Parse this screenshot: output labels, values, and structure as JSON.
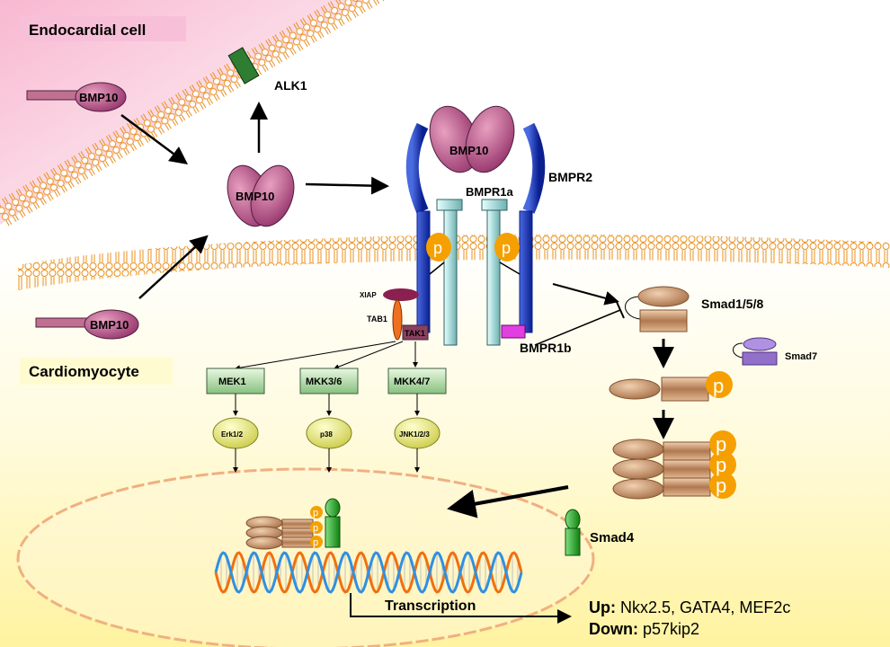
{
  "cells": {
    "endocardial": "Endocardial cell",
    "cardiomyocyte": "Cardiomyocyte"
  },
  "ligand": "BMP10",
  "receptors": {
    "alk1": "ALK1",
    "bmpr1a": "BMPR1a",
    "bmpr1b": "BMPR1b",
    "bmpr2": "BMPR2",
    "phospho": "p"
  },
  "adaptors": {
    "xiap": "XIAP",
    "tab1": "TAB1",
    "tak1": "TAK1"
  },
  "kinases": {
    "mek1": "MEK1",
    "mkk36": "MKK3/6",
    "mkk47": "MKK4/7",
    "erk": "Erk1/2",
    "p38": "p38",
    "jnk": "JNK1/2/3"
  },
  "smads": {
    "r_smad": "Smad1/5/8",
    "smad7": "Smad7",
    "smad4": "Smad4"
  },
  "transcription": {
    "label": "Transcription",
    "up_label": "Up:",
    "up_genes": "Nkx2.5, GATA4, MEF2c",
    "down_label": "Down:",
    "down_genes": "p57kip2"
  },
  "colors": {
    "membrane": "#f0a030",
    "bmp10": "#c06090",
    "alk1": "#2e7d32",
    "bmpr2": "#1f3fbf",
    "bmpr1": "#bfe8e8",
    "bmpr1b": "#e040e0",
    "kinase_box": "#a8d8a0",
    "mapk": "#e8e870",
    "smad_body": "#c89870",
    "phospho": "#f5a000",
    "smad4": "#22aa22",
    "smad7": "#a080d0",
    "endo_bg": "#fbd0e0",
    "cardio_bg": "#fff8c0"
  }
}
